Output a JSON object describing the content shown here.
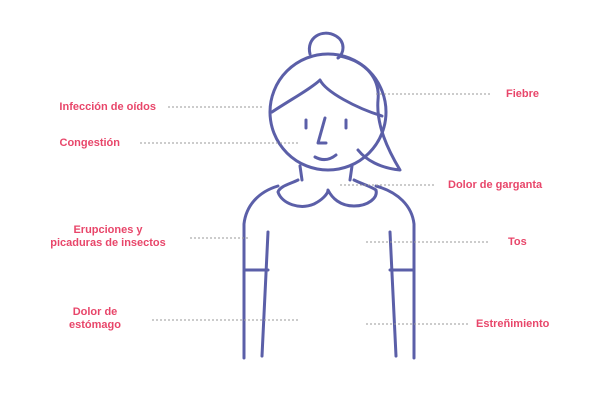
{
  "colors": {
    "label": "#e8466a",
    "outline": "#5b5fa8",
    "leader": "#9a9a9a"
  },
  "labels": {
    "ear_infection": "Infección de oídos",
    "congestion": "Congestión",
    "rashes_line1": "Erupciones y",
    "rashes_line2": "picaduras de insectos",
    "stomach_line1": "Dolor de",
    "stomach_line2": "estómago",
    "fever": "Fiebre",
    "sore_throat": "Dolor de garganta",
    "cough": "Tos",
    "constipation": "Estreñimiento"
  }
}
